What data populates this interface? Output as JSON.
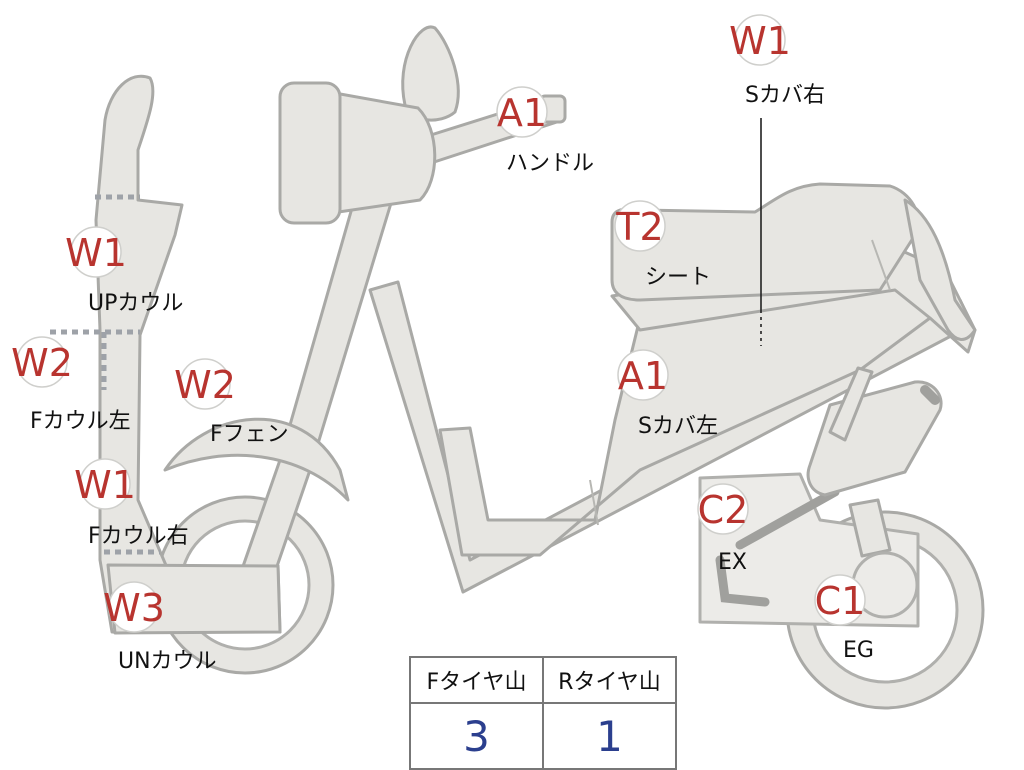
{
  "parts": [
    {
      "id": "w1-up-cowl",
      "code": "W1",
      "label": "UPカウル"
    },
    {
      "id": "w2-f-cowl-left",
      "code": "W2",
      "label": "Fカウル左"
    },
    {
      "id": "w1-f-cowl-right",
      "code": "W1",
      "label": "Fカウル右"
    },
    {
      "id": "w3-un-cowl",
      "code": "W3",
      "label": "UNカウル"
    },
    {
      "id": "w2-f-fender",
      "code": "W2",
      "label": "Fフェン"
    },
    {
      "id": "a1-handle",
      "code": "A1",
      "label": "ハンドル"
    },
    {
      "id": "w1-s-cover-right",
      "code": "W1",
      "label": "Sカバ右"
    },
    {
      "id": "t2-seat",
      "code": "T2",
      "label": "シート"
    },
    {
      "id": "a1-s-cover-left",
      "code": "A1",
      "label": "Sカバ左"
    },
    {
      "id": "c2-exhaust",
      "code": "C2",
      "label": "EX"
    },
    {
      "id": "c1-engine",
      "code": "C1",
      "label": "EG"
    }
  ],
  "tire_table": {
    "headers": [
      "Fタイヤ山",
      "Rタイヤ山"
    ],
    "values": [
      "3",
      "1"
    ]
  },
  "colors": {
    "body_fill": "#e7e6e2",
    "outline": "#a9a9a6",
    "code_red": "#b8342f",
    "value_blue": "#2b3f8e"
  }
}
